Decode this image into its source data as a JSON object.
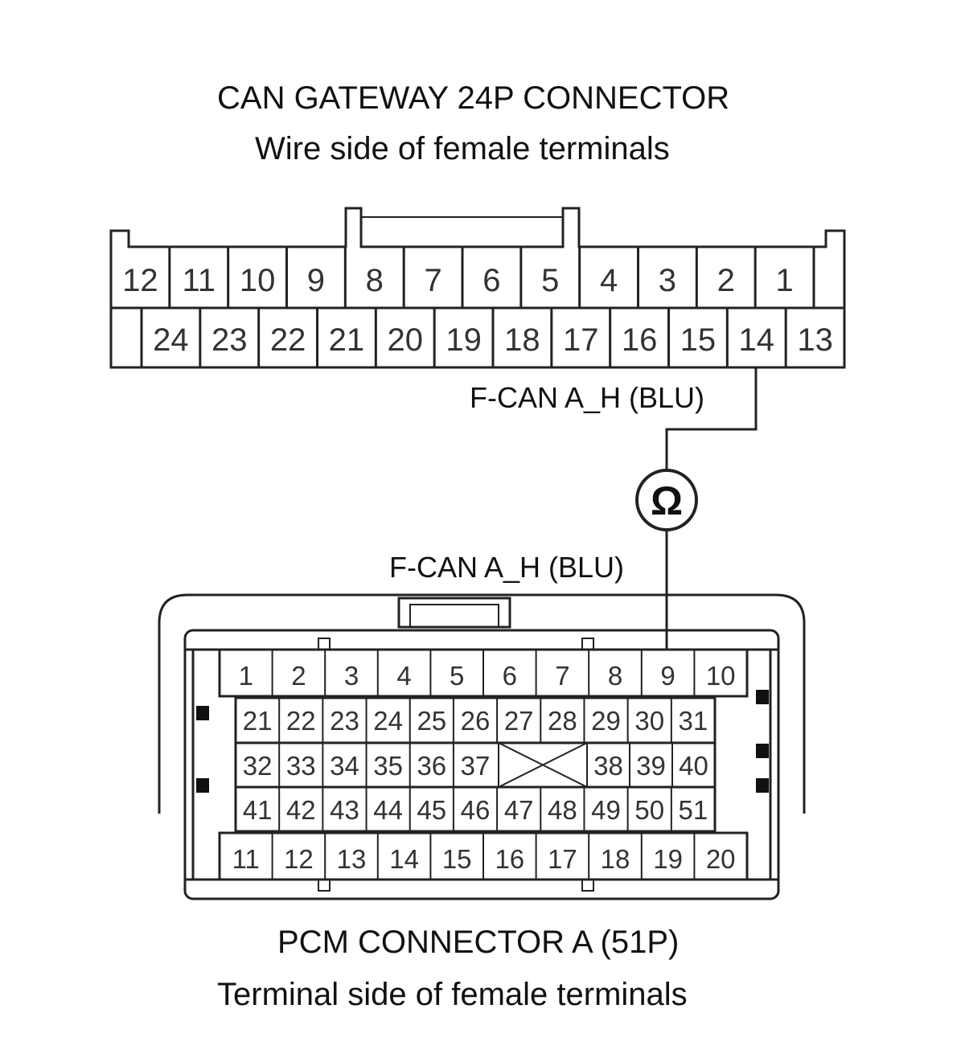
{
  "gateway": {
    "title": "CAN GATEWAY 24P CONNECTOR",
    "subtitle": "Wire side of female terminals",
    "top_row": [
      "12",
      "11",
      "10",
      "9",
      "8",
      "7",
      "6",
      "5",
      "4",
      "3",
      "2",
      "1"
    ],
    "bottom_row": [
      "24",
      "23",
      "22",
      "21",
      "20",
      "19",
      "18",
      "17",
      "16",
      "15",
      "14",
      "13"
    ]
  },
  "wire": {
    "upper_label": "F-CAN A_H (BLU)",
    "lower_label": "F-CAN A_H (BLU)",
    "meter_symbol": "Ω"
  },
  "pcm": {
    "title": "PCM CONNECTOR A (51P)",
    "subtitle": "Terminal side of female terminals",
    "row1": [
      "1",
      "2",
      "3",
      "4",
      "5",
      "6",
      "7",
      "8",
      "9",
      "10"
    ],
    "row2": [
      "21",
      "22",
      "23",
      "24",
      "25",
      "26",
      "27",
      "28",
      "29",
      "30",
      "31"
    ],
    "row3_left": [
      "32",
      "33",
      "34",
      "35",
      "36",
      "37"
    ],
    "row3_right": [
      "38",
      "39",
      "40"
    ],
    "row4": [
      "41",
      "42",
      "43",
      "44",
      "45",
      "46",
      "47",
      "48",
      "49",
      "50",
      "51"
    ],
    "row5": [
      "11",
      "12",
      "13",
      "14",
      "15",
      "16",
      "17",
      "18",
      "19",
      "20"
    ]
  },
  "colors": {
    "line": "#222222",
    "background": "#ffffff"
  }
}
